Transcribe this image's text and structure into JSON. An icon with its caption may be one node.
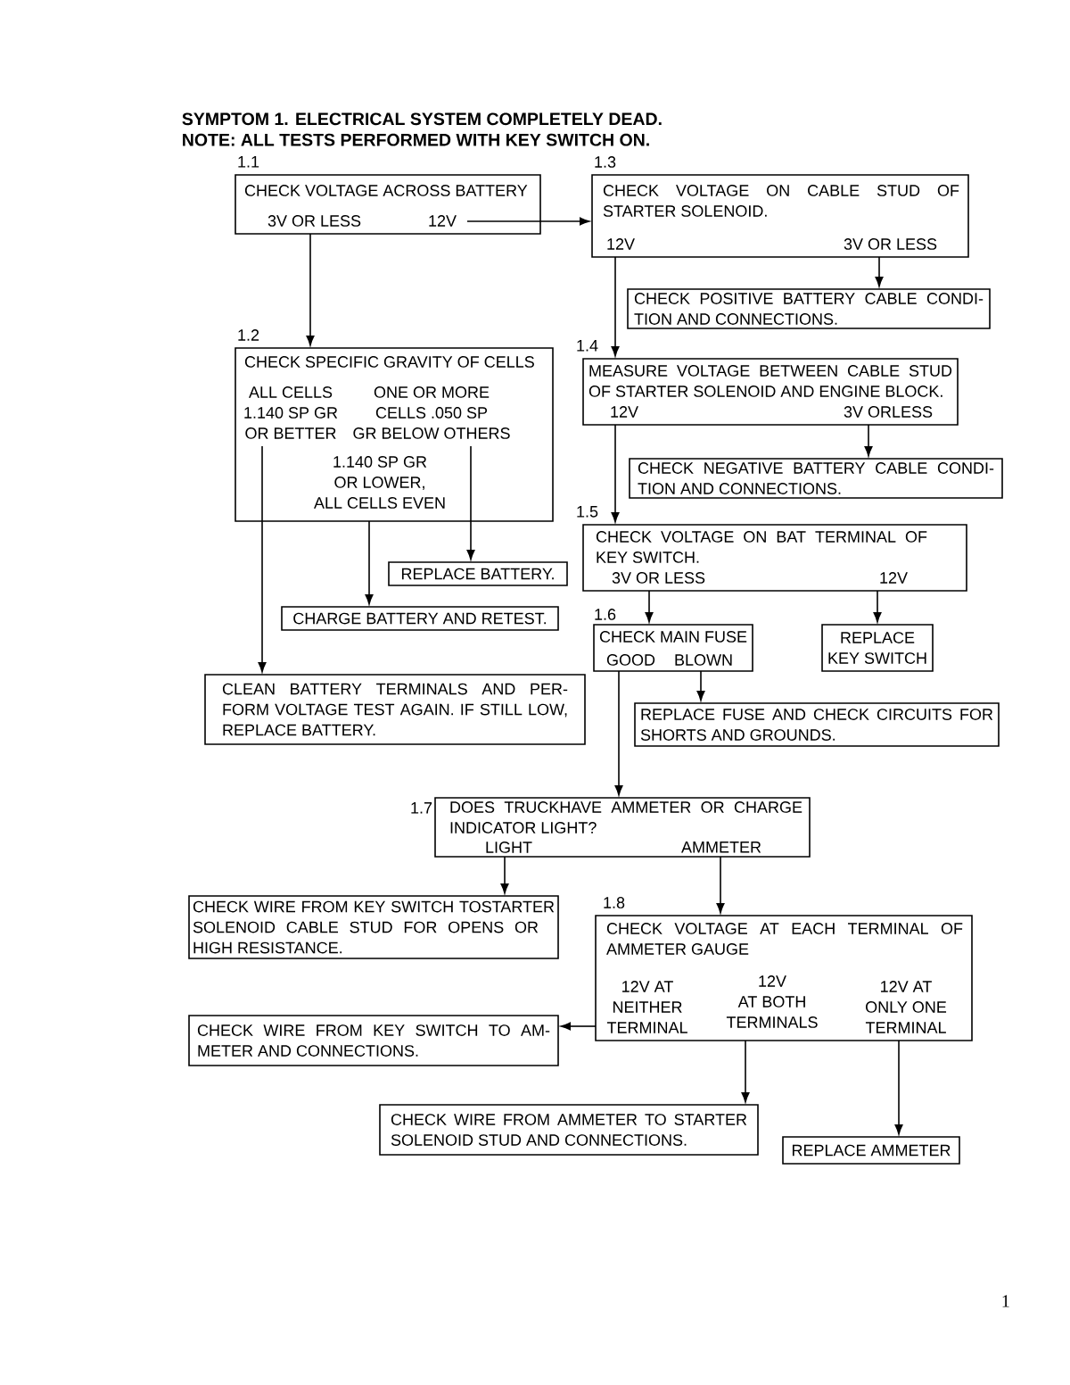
{
  "diagram": {
    "title": "SYMPTOM 1. ELECTRICAL SYSTEM COMPLETELY DEAD.",
    "nodes": [
      {
        "text": [
          "CHECK VOLTAGE ACROSS BATTERY",
          "3V OR LESS",
          "12V"
        ],
        "beside": [
          "1.1"
        ]
      },
      {
        "text": [
          "CHECK VOLTAGE ON CABLE STUD OF STARTER SOLENOID.",
          "12V",
          "3V OR LESS"
        ],
        "beside": [
          "1.3"
        ]
      },
      {
        "text": [
          "CHECK POSITIVE BATTERY CABLE CONDI- TION AND CONNECTIONS."
        ]
      },
      {
        "text": [
          "CHECK SPECIFIC GRAVITY OF CELLS",
          "ALL CELLS 1.140 SP GR OR BETTER",
          "ONE OR MORE CELLS .050 SP GR BELOW OTHERS",
          "1.140 SP GR OR LOWER, ALL CELLS EVEN"
        ],
        "beside": [
          "1.2"
        ]
      },
      {
        "text": [
          "MEASURE VOLTAGE BETWEEN CABLE STUD OF STARTER SOLENOID AND ENGINE BLOCK.",
          "12V",
          "3V ORLESS"
        ],
        "beside": [
          "1.4"
        ]
      },
      {
        "text": [
          "CHECK NEGATIVE BATTERY CABLE CONDI- TION AND CONNECTIONS."
        ]
      },
      {
        "text": [
          "CHECK VOLTAGE ON BAT TERMINAL OF KEY SWITCH.",
          "3V OR LESS",
          "12V"
        ],
        "beside": [
          "1.5"
        ]
      },
      {
        "text": [
          "REPLACE BATTERY."
        ]
      },
      {
        "text": [
          "CHARGE BATTERY AND RETEST."
        ]
      },
      {
        "text": [
          "CHECK MAIN FUSE",
          "GOOD",
          "BLOWN"
        ],
        "beside": [
          "1.6"
        ]
      },
      {
        "text": [
          "REPLACE KEY SWITCH"
        ]
      },
      {
        "text": [
          "CLEAN BATTERY TERMINALS AND PER- FORM VOLTAGE TEST AGAIN. IF STILL LOW, REPLACE BATTERY."
        ]
      },
      {
        "text": [
          "REPLACE FUSE AND CHECK CIRCUITS FOR SHORTS AND GROUNDS."
        ]
      },
      {
        "text": [
          "DOES TRUCKHAVE AMMETER OR CHARGE INDICATOR LIGHT?",
          "LIGHT",
          "AMMETER"
        ],
        "beside": [
          "1.7"
        ]
      },
      {
        "text": [
          "CHECK WIRE FROM KEY SWITCH TOSTARTER SOLENOID CABLE STUD FOR OPENS OR HIGH RESISTANCE."
        ]
      },
      {
        "text": [
          "CHECK VOLTAGE AT EACH TERMINAL OF AMMETER GAUGE",
          "12V AT NEITHER TERMINAL",
          "12V AT BOTH TERMINALS",
          "12V AT ONLY ONE TERMINAL"
        ],
        "beside": [
          "1.8"
        ]
      },
      {
        "text": [
          "CHECK WIRE FROM KEY SWITCH TO AM- METER AND CONNECTIONS."
        ]
      },
      {
        "text": [
          "CHECK WIRE FROM AMMETER TO STARTER SOLENOID STUD AND CONNECTIONS."
        ]
      },
      {
        "text": [
          "REPLACE AMMETER"
        ]
      }
    ],
    "edges": [
      {
        "from": 0,
        "to": 1,
        "arrow": "to"
      },
      {
        "from": 0,
        "to": 3,
        "arrow": "to"
      },
      {
        "from": 1,
        "to": 2,
        "arrow": "to"
      },
      {
        "from": 1,
        "to": 4,
        "arrow": "to"
      },
      {
        "from": 3,
        "to": 11,
        "arrow": "to"
      },
      {
        "from": 3,
        "to": 7,
        "arrow": "to"
      },
      {
        "from": 3,
        "to": 8,
        "arrow": "to"
      },
      {
        "from": 4,
        "to": 5,
        "arrow": "to"
      },
      {
        "from": 4,
        "to": 6,
        "arrow": "to"
      },
      {
        "from": 6,
        "to": 9,
        "arrow": "to"
      },
      {
        "from": 6,
        "to": 10,
        "arrow": "to"
      },
      {
        "from": 9,
        "to": 12,
        "arrow": "to"
      },
      {
        "from": 9,
        "to": 13,
        "arrow": "to"
      },
      {
        "from": 13,
        "to": 14,
        "arrow": "to"
      },
      {
        "from": 13,
        "to": 15,
        "arrow": "to"
      },
      {
        "from": 15,
        "to": 16,
        "arrow": "to"
      },
      {
        "from": 15,
        "to": 17,
        "arrow": "to"
      },
      {
        "from": 15,
        "to": 18,
        "arrow": "to"
      }
    ],
    "labels": [
      "NOTE: ALL TESTS PERFORMED WITH KEY SWITCH ON.",
      "1"
    ]
  }
}
